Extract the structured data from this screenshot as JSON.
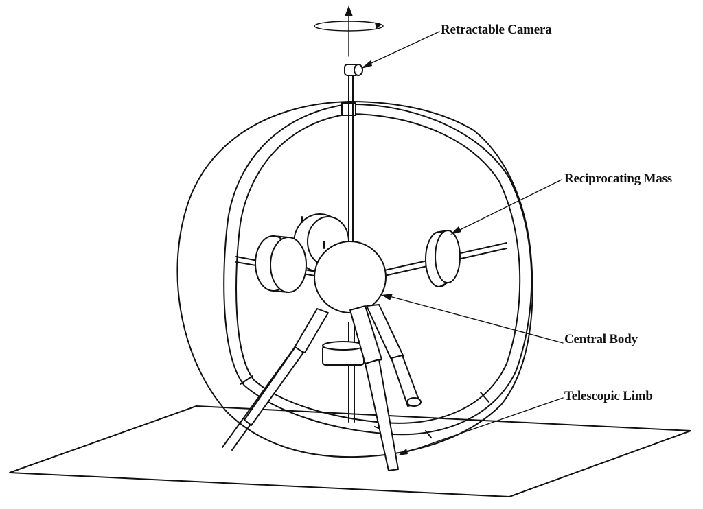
{
  "labels": {
    "camera": "Retractable Camera",
    "mass": "Reciprocating Mass",
    "body": "Central Body",
    "limb": "Telescopic Limb"
  }
}
